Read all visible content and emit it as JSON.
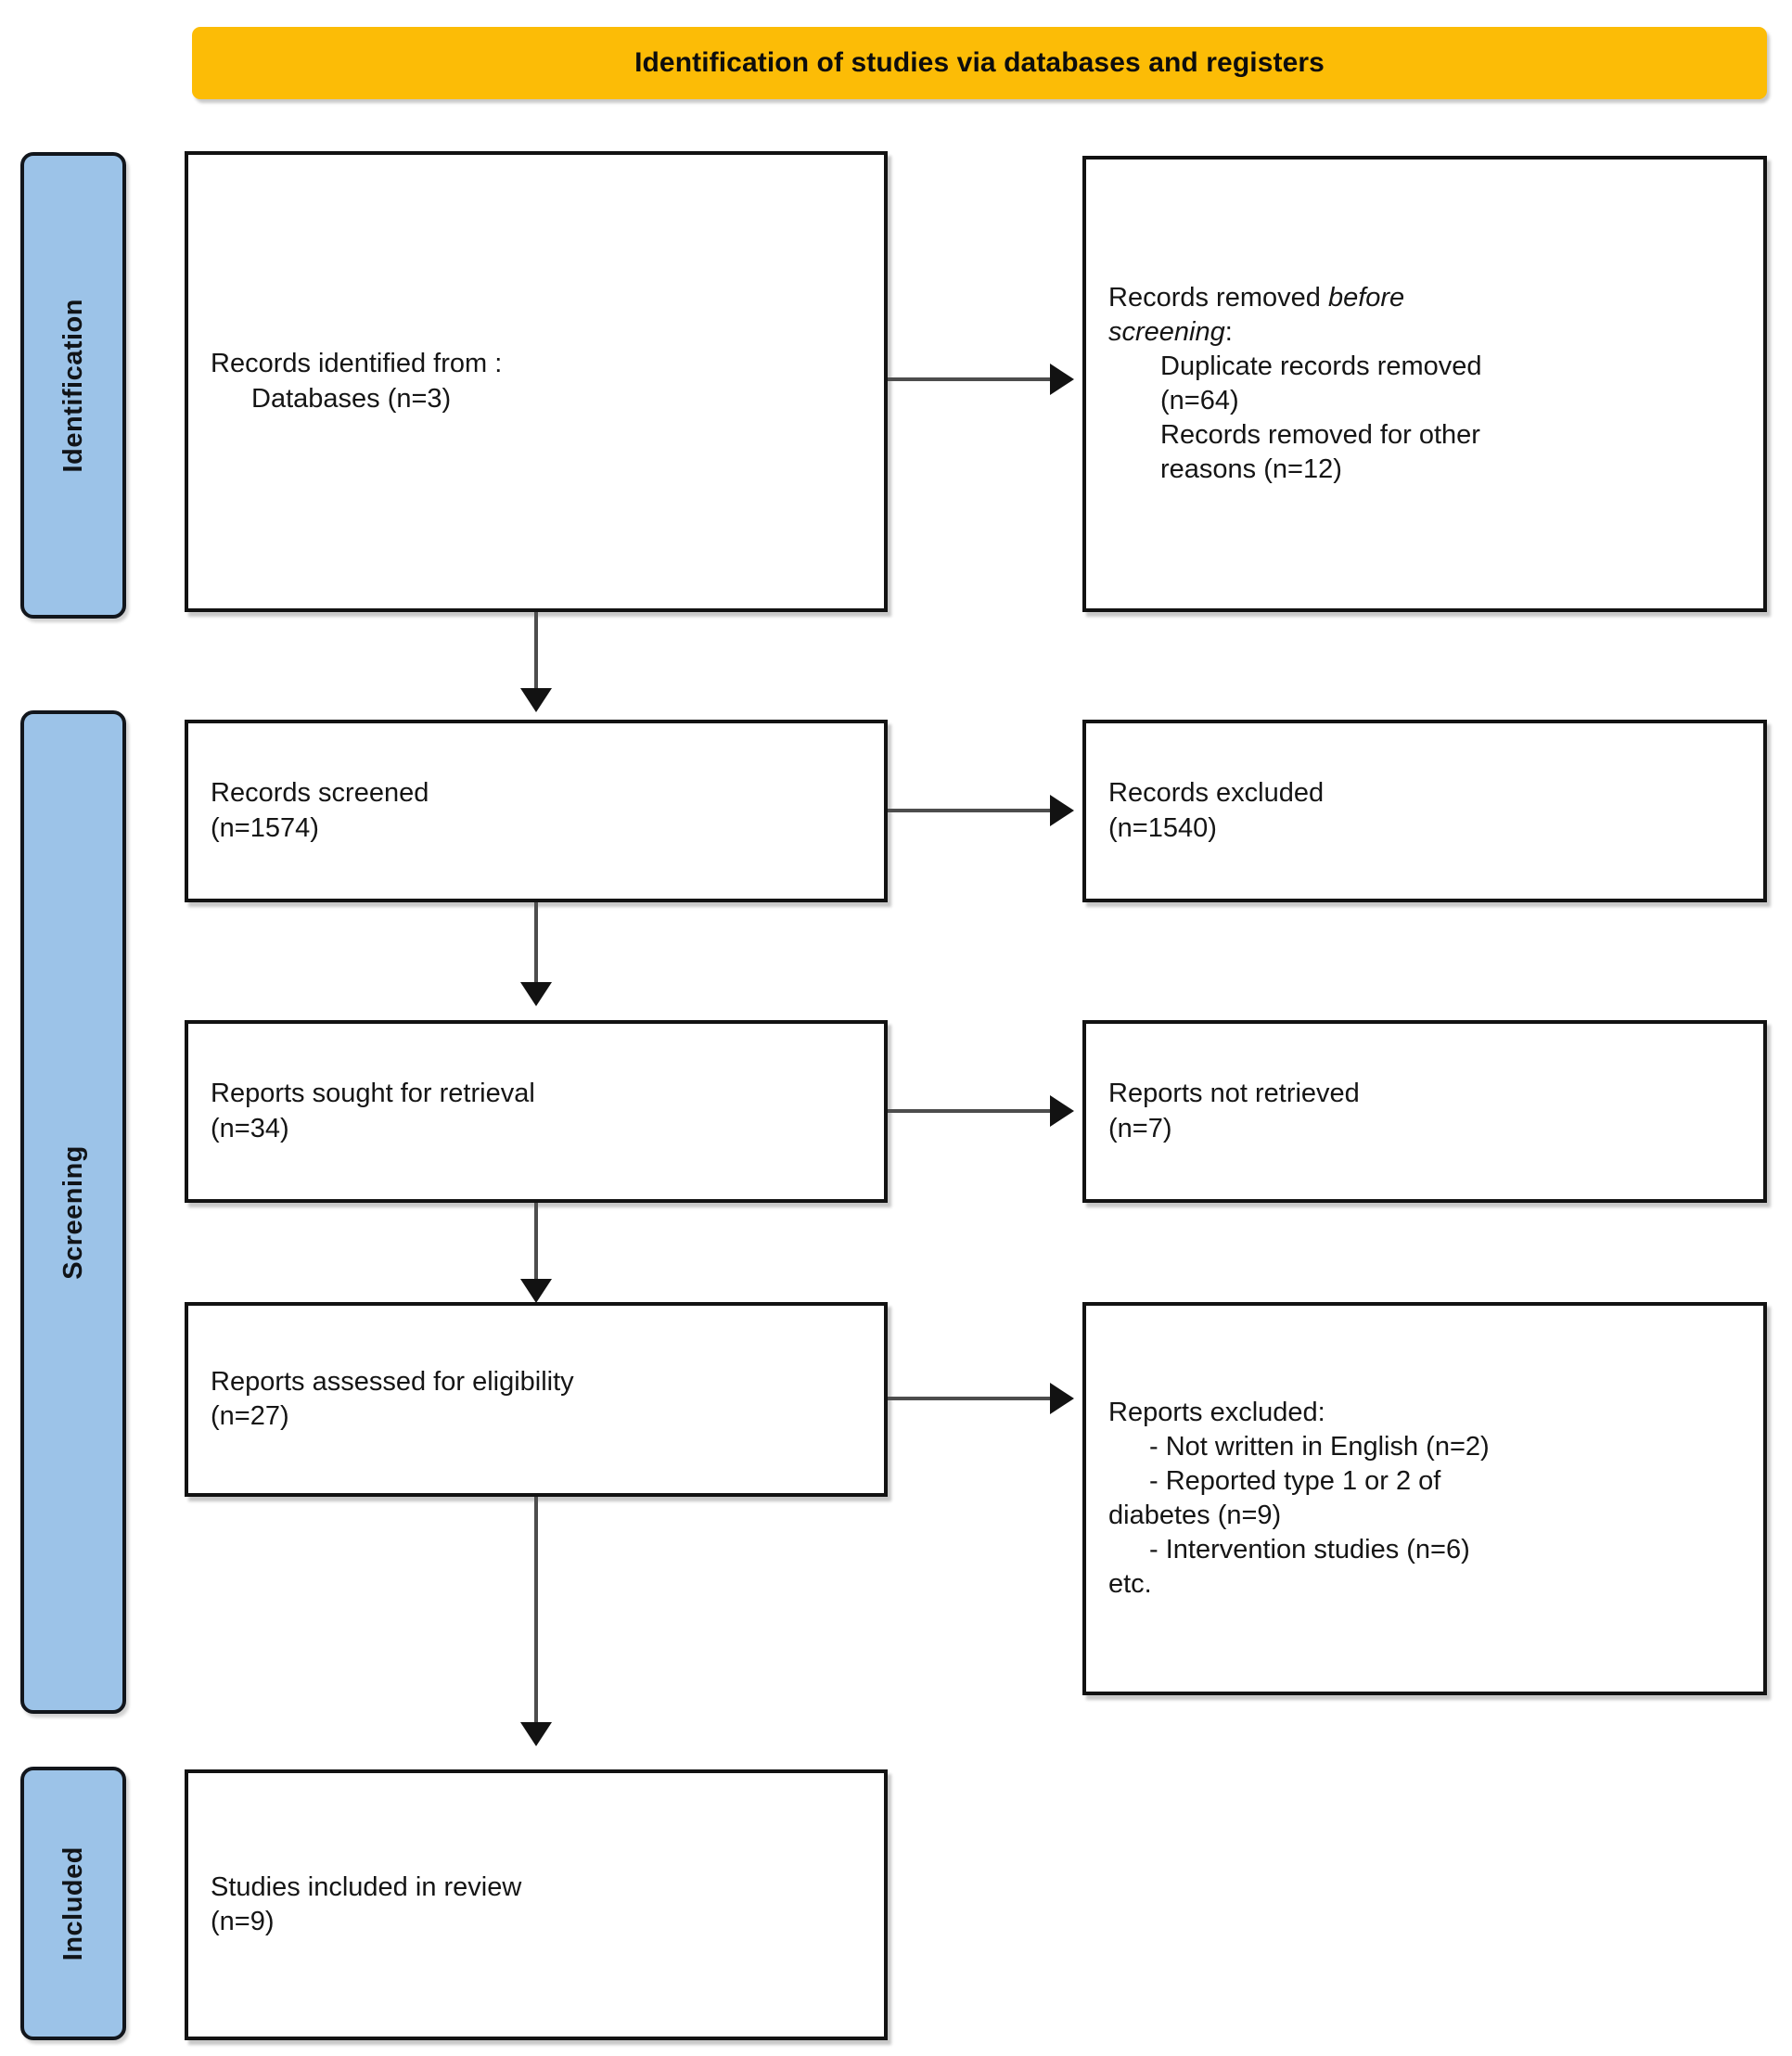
{
  "diagram": {
    "title": "Identification of studies via databases and registers",
    "colors": {
      "banner": "#FCBC06",
      "stage_pill": "#9CC3E8",
      "box_border": "#121212",
      "connector": "#4D4D4D"
    }
  },
  "stages": [
    {
      "id": "identification",
      "label": "Identification"
    },
    {
      "id": "screening",
      "label": "Screening"
    },
    {
      "id": "included",
      "label": "Included"
    }
  ],
  "boxes": {
    "identified": {
      "line1": "Records identified from  :",
      "line2": "Databases (n=3)"
    },
    "removed_before_screening": {
      "line1": "Records removed ",
      "line1_italic": "before",
      "line2_italic": "screening",
      "line2_tail": ":",
      "line3": "Duplicate records removed",
      "line4": "(n=64)",
      "line5": "Records removed for other",
      "line6": "reasons (n=12)"
    },
    "screened": {
      "line1": "Records screened",
      "line2": "(n=1574)"
    },
    "records_excluded": {
      "line1": "Records excluded",
      "line2": "(n=1540)"
    },
    "sought": {
      "line1": "Reports sought for retrieval",
      "line2": "(n=34)"
    },
    "not_retrieved": {
      "line1": "Reports not retrieved",
      "line2": "(n=7)"
    },
    "assessed": {
      "line1": "Reports assessed for eligibility",
      "line2": "(n=27)"
    },
    "reports_excluded": {
      "line1": "Reports excluded:",
      "line2": "- Not written in English (n=2)",
      "line3": "- Reported type 1 or 2 of",
      "line4": "diabetes (n=9)",
      "line5": "- Intervention studies (n=6)",
      "line6": "etc."
    },
    "included": {
      "line1": "Studies included in review",
      "line2": "(n=9)"
    }
  },
  "flow_data": {
    "records_identified_databases": 3,
    "duplicate_records_removed": 64,
    "records_removed_other_reasons": 12,
    "records_screened": 1574,
    "records_excluded": 1540,
    "reports_sought_for_retrieval": 34,
    "reports_not_retrieved": 7,
    "reports_assessed_for_eligibility": 27,
    "reports_excluded_not_english": 2,
    "reports_excluded_type_1_or_2_diabetes": 9,
    "reports_excluded_intervention_studies": 6,
    "studies_included_in_review": 9
  }
}
